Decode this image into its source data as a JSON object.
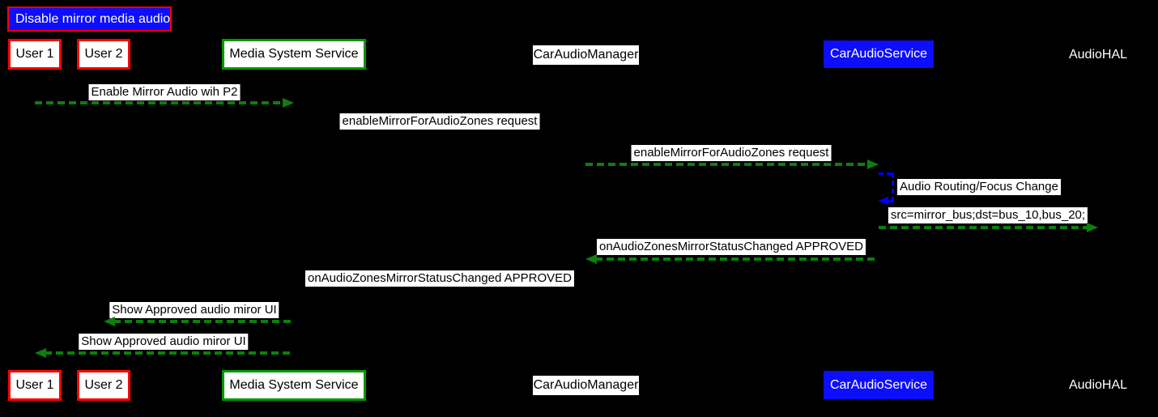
{
  "diagram": {
    "type": "sequence-diagram",
    "background": "#000000",
    "title": "Disable mirror media audio",
    "actors": [
      {
        "id": "user1",
        "label": "User 1",
        "style": "white-fill-red-border"
      },
      {
        "id": "user2",
        "label": "User 2",
        "style": "white-fill-red-border"
      },
      {
        "id": "media-system-service",
        "label": "Media System Service",
        "style": "white-fill-green-border"
      },
      {
        "id": "car-audio-manager",
        "label": "CarAudioManager",
        "style": "white-label-no-border"
      },
      {
        "id": "car-audio-service",
        "label": "CarAudioService",
        "style": "blue-fill-white-text"
      },
      {
        "id": "audio-hal",
        "label": "AudioHAL",
        "style": "plain-white-text"
      }
    ],
    "messages": [
      {
        "label": "Enable Mirror Audio wih P2",
        "from": "User 1",
        "to": "Media System Service",
        "arrow": "green-dashed",
        "direction": "right"
      },
      {
        "label": "enableMirrorForAudioZones request",
        "from": "Media System Service",
        "to": "CarAudioManager",
        "arrow": "not-visible",
        "direction": "right"
      },
      {
        "label": "enableMirrorForAudioZones request",
        "from": "CarAudioManager",
        "to": "CarAudioService",
        "arrow": "green-dashed",
        "direction": "right"
      },
      {
        "label": "Audio Routing/Focus Change",
        "from": "CarAudioService",
        "to": "CarAudioService",
        "arrow": "blue-dashed-self-loop",
        "direction": "self"
      },
      {
        "label": "src=mirror_bus;dst=bus_10,bus_20;",
        "from": "CarAudioService",
        "to": "AudioHAL",
        "arrow": "green-dashed",
        "direction": "right"
      },
      {
        "label": "onAudioZonesMirrorStatusChanged APPROVED",
        "from": "CarAudioService",
        "to": "CarAudioManager",
        "arrow": "green-dashed",
        "direction": "left"
      },
      {
        "label": "onAudioZonesMirrorStatusChanged APPROVED",
        "from": "CarAudioManager",
        "to": "Media System Service",
        "arrow": "not-visible",
        "direction": "left"
      },
      {
        "label": "Show Approved audio miror UI",
        "from": "Media System Service",
        "to": "User 2",
        "arrow": "green-dashed",
        "direction": "left"
      },
      {
        "label": "Show Approved audio miror UI",
        "from": "Media System Service",
        "to": "User 1",
        "arrow": "green-dashed",
        "direction": "left"
      }
    ],
    "colors": {
      "background": "#000000",
      "message_arrow_green": "#0e7e0e",
      "self_loop_arrow_blue": "#0000ff",
      "title_fill_blue": "#0d0dff",
      "title_border_red": "#ff0000",
      "user_box_border_red": "#ff0000",
      "service_box_border_green": "#009900",
      "car_audio_service_fill_blue": "#0d0dff",
      "message_label_bg": "#ffffff",
      "message_label_text": "#000000",
      "plain_actor_text": "#ffffff"
    }
  }
}
